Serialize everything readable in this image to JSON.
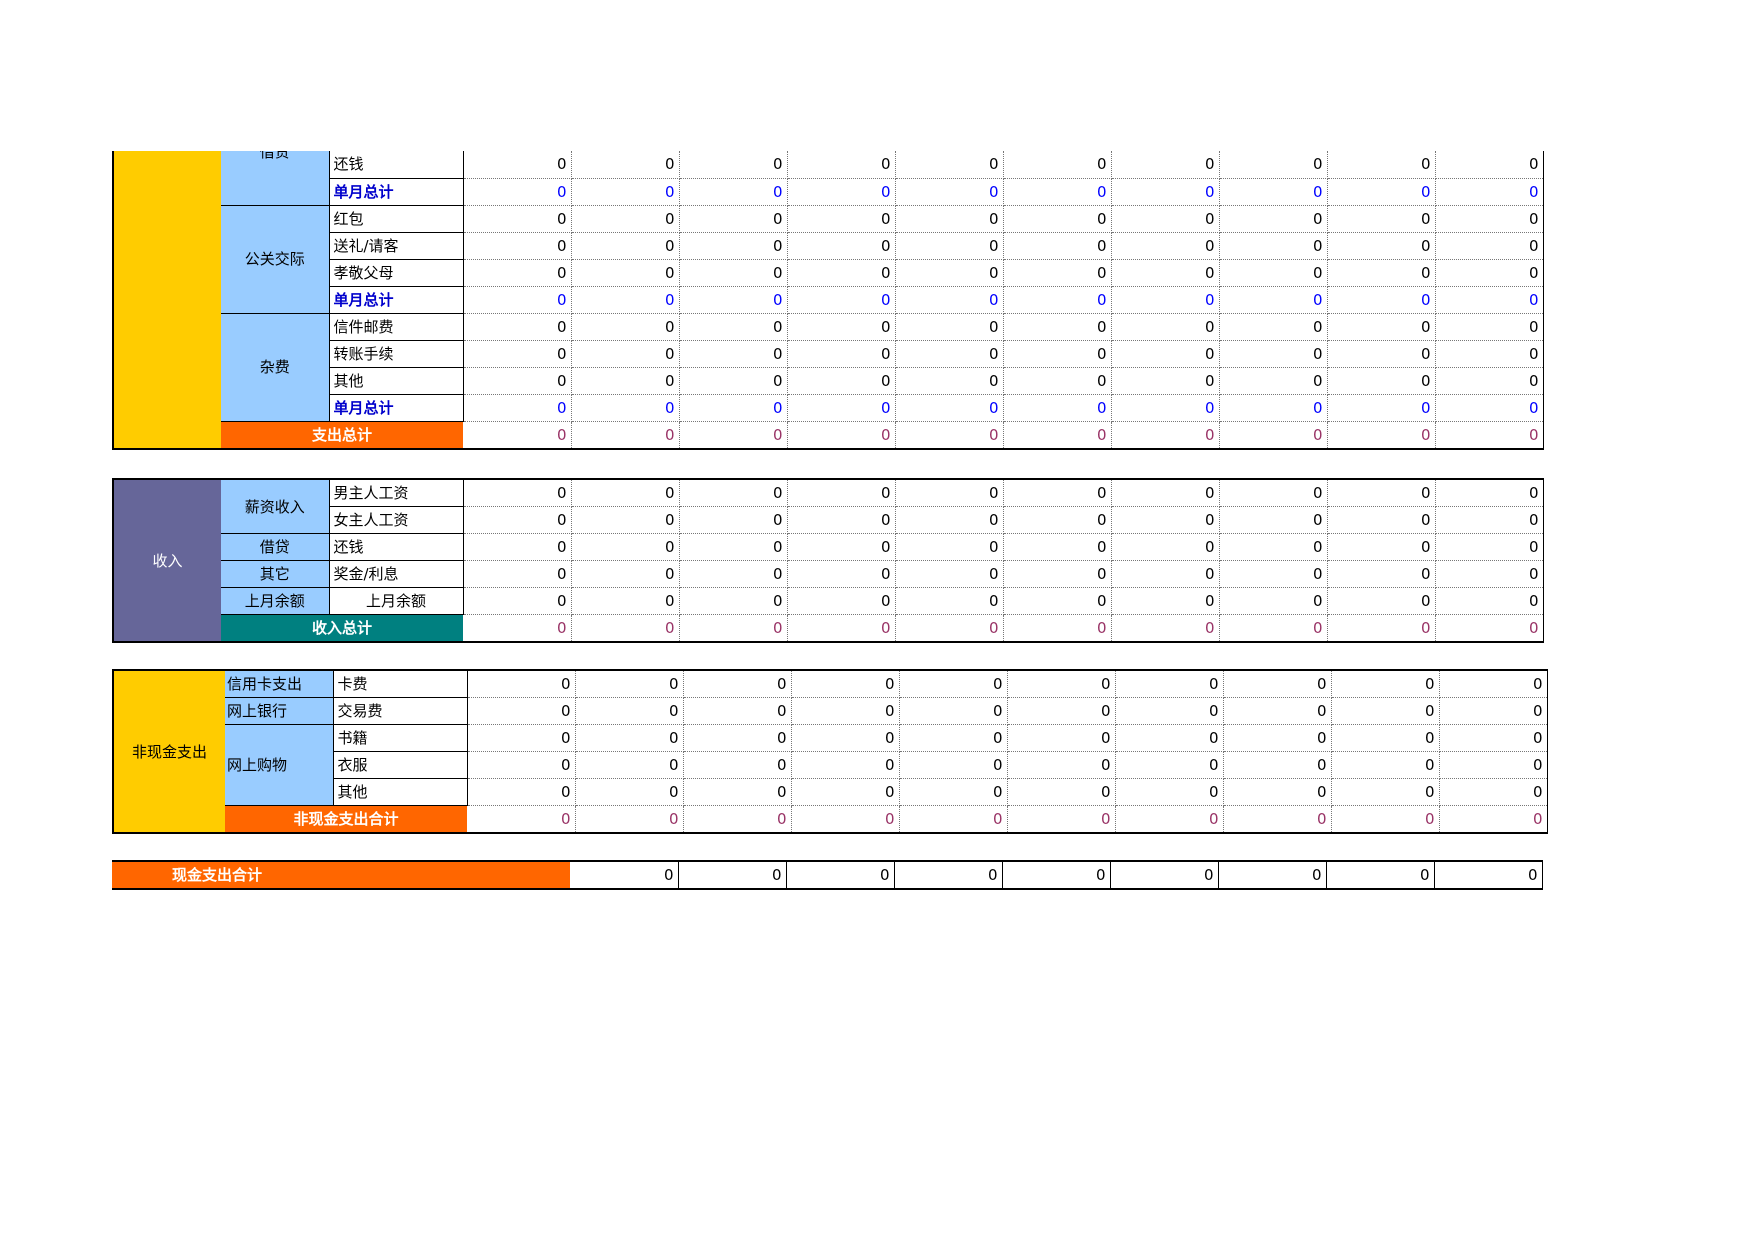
{
  "months_count": 10,
  "expense": {
    "loan": {
      "category": "借贷",
      "rows": [
        {
          "label": "还钱",
          "values": [
            "0",
            "0",
            "0",
            "0",
            "0",
            "0",
            "0",
            "0",
            "0",
            "0"
          ]
        }
      ],
      "monthly_label": "单月总计",
      "monthly_values": [
        "0",
        "0",
        "0",
        "0",
        "0",
        "0",
        "0",
        "0",
        "0",
        "0"
      ]
    },
    "social": {
      "category": "公关交际",
      "rows": [
        {
          "label": "红包",
          "values": [
            "0",
            "0",
            "0",
            "0",
            "0",
            "0",
            "0",
            "0",
            "0",
            "0"
          ]
        },
        {
          "label": "送礼/请客",
          "values": [
            "0",
            "0",
            "0",
            "0",
            "0",
            "0",
            "0",
            "0",
            "0",
            "0"
          ]
        },
        {
          "label": "孝敬父母",
          "values": [
            "0",
            "0",
            "0",
            "0",
            "0",
            "0",
            "0",
            "0",
            "0",
            "0"
          ]
        }
      ],
      "monthly_label": "单月总计",
      "monthly_values": [
        "0",
        "0",
        "0",
        "0",
        "0",
        "0",
        "0",
        "0",
        "0",
        "0"
      ]
    },
    "misc": {
      "category": "杂费",
      "rows": [
        {
          "label": "信件邮费",
          "values": [
            "0",
            "0",
            "0",
            "0",
            "0",
            "0",
            "0",
            "0",
            "0",
            "0"
          ]
        },
        {
          "label": "转账手续",
          "values": [
            "0",
            "0",
            "0",
            "0",
            "0",
            "0",
            "0",
            "0",
            "0",
            "0"
          ]
        },
        {
          "label": "其他",
          "values": [
            "0",
            "0",
            "0",
            "0",
            "0",
            "0",
            "0",
            "0",
            "0",
            "0"
          ]
        }
      ],
      "monthly_label": "单月总计",
      "monthly_values": [
        "0",
        "0",
        "0",
        "0",
        "0",
        "0",
        "0",
        "0",
        "0",
        "0"
      ]
    },
    "total_label": "支出总计",
    "total_values": [
      "0",
      "0",
      "0",
      "0",
      "0",
      "0",
      "0",
      "0",
      "0",
      "0"
    ]
  },
  "income": {
    "section_label": "收入",
    "salary": {
      "category": "薪资收入",
      "rows": [
        {
          "label": "男主人工资",
          "values": [
            "0",
            "0",
            "0",
            "0",
            "0",
            "0",
            "0",
            "0",
            "0",
            "0"
          ]
        },
        {
          "label": "女主人工资",
          "values": [
            "0",
            "0",
            "0",
            "0",
            "0",
            "0",
            "0",
            "0",
            "0",
            "0"
          ]
        }
      ]
    },
    "loan": {
      "category": "借贷",
      "rows": [
        {
          "label": "还钱",
          "values": [
            "0",
            "0",
            "0",
            "0",
            "0",
            "0",
            "0",
            "0",
            "0",
            "0"
          ]
        }
      ]
    },
    "other": {
      "category": "其它",
      "rows": [
        {
          "label": "奖金/利息",
          "values": [
            "0",
            "0",
            "0",
            "0",
            "0",
            "0",
            "0",
            "0",
            "0",
            "0"
          ]
        }
      ]
    },
    "balance": {
      "category": "上月余额",
      "rows": [
        {
          "label": "上月余额",
          "values": [
            "0",
            "0",
            "0",
            "0",
            "0",
            "0",
            "0",
            "0",
            "0",
            "0"
          ]
        }
      ]
    },
    "total_label": "收入总计",
    "total_values": [
      "0",
      "0",
      "0",
      "0",
      "0",
      "0",
      "0",
      "0",
      "0",
      "0"
    ]
  },
  "noncash": {
    "section_label": "非现金支出",
    "credit": {
      "category": "信用卡支出",
      "rows": [
        {
          "label": "卡费",
          "values": [
            "0",
            "0",
            "0",
            "0",
            "0",
            "0",
            "0",
            "0",
            "0",
            "0"
          ]
        }
      ]
    },
    "ebank": {
      "category": "网上银行",
      "rows": [
        {
          "label": "交易费",
          "values": [
            "0",
            "0",
            "0",
            "0",
            "0",
            "0",
            "0",
            "0",
            "0",
            "0"
          ]
        }
      ]
    },
    "shop": {
      "category": "网上购物",
      "rows": [
        {
          "label": "书籍",
          "values": [
            "0",
            "0",
            "0",
            "0",
            "0",
            "0",
            "0",
            "0",
            "0",
            "0"
          ]
        },
        {
          "label": "衣服",
          "values": [
            "0",
            "0",
            "0",
            "0",
            "0",
            "0",
            "0",
            "0",
            "0",
            "0"
          ]
        },
        {
          "label": "其他",
          "values": [
            "0",
            "0",
            "0",
            "0",
            "0",
            "0",
            "0",
            "0",
            "0",
            "0"
          ]
        }
      ]
    },
    "total_label": "非现金支出合计",
    "total_values": [
      "0",
      "0",
      "0",
      "0",
      "0",
      "0",
      "0",
      "0",
      "0",
      "0"
    ]
  },
  "cash": {
    "total_label": "现金支出合计",
    "total_values": [
      "0",
      "0",
      "0",
      "0",
      "0",
      "0",
      "0",
      "0",
      "0"
    ]
  },
  "colors": {
    "yellow": "#ffcc00",
    "blue": "#99ccff",
    "purple": "#666699",
    "orange": "#ff6600",
    "teal": "#008080"
  }
}
